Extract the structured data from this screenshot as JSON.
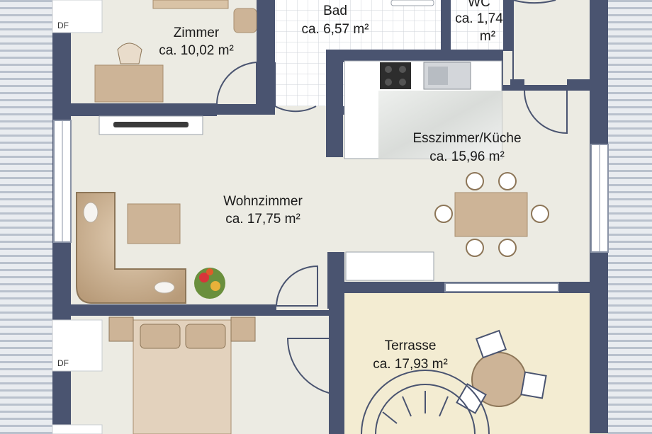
{
  "rooms": {
    "zimmer": {
      "name": "Zimmer",
      "area": "ca. 10,02 m²"
    },
    "bad": {
      "name": "Bad",
      "area": "ca. 6,57 m²"
    },
    "wc": {
      "name": "WC",
      "area_line1": "ca. 1,74",
      "area_line2": "m²"
    },
    "esszimmer": {
      "name": "Esszimmer/Küche",
      "area": "ca. 15,96 m²"
    },
    "wohnzimmer": {
      "name": "Wohnzimmer",
      "area": "ca. 17,75 m²"
    },
    "terrasse": {
      "name": "Terrasse",
      "area": "ca. 17,93 m²"
    }
  },
  "markers": {
    "dachfenster": "DF"
  },
  "colors": {
    "wall": "#4a5470",
    "floor": "#ecebe3",
    "terrace": "#f3ecd2",
    "roof_stripe_dark": "#b8c0cc",
    "roof_stripe_light": "#e8ebef",
    "furniture": "#cdb497",
    "furniture_dark": "#a78e6f"
  }
}
